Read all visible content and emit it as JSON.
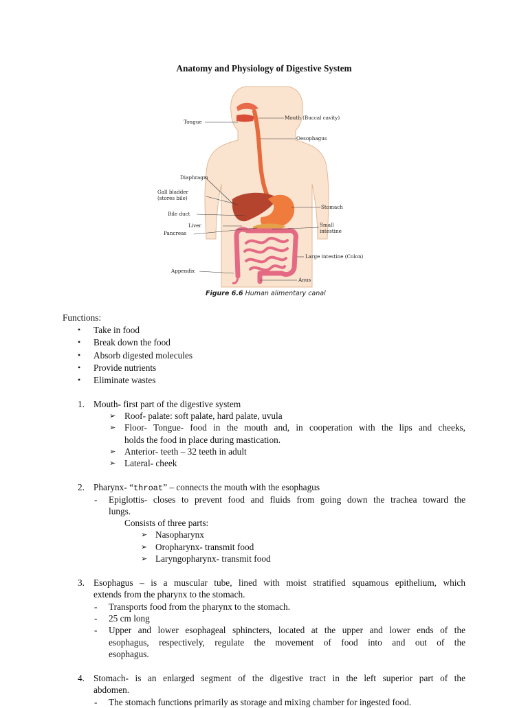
{
  "title": "Anatomy and Physiology of Digestive System",
  "figure": {
    "caption_prefix": "Figure 6.6",
    "caption_text": " Human alimentary canal",
    "labels": {
      "tongue": "Tongue",
      "mouth": "Mouth (Buccal cavity)",
      "oesophagus": "Oesophagus",
      "diaphragm": "Diaphragm",
      "gall_bladder_1": "Gall bladder",
      "gall_bladder_2": "(stores bile)",
      "stomach": "Stomach",
      "bile_duct": "Bile duct",
      "liver": "Liver",
      "small_intestine_1": "Small",
      "small_intestine_2": "intestine",
      "pancreas": "Pancreas",
      "large_intestine": "Large intestine (Colon)",
      "appendix": "Appendix",
      "anus": "Anus"
    }
  },
  "functions": {
    "heading": "Functions:",
    "items": [
      "Take in food",
      "Break down the food",
      "Absorb digested molecules",
      "Provide nutrients",
      "Eliminate wastes"
    ]
  },
  "sections": {
    "mouth": {
      "number": "1.",
      "heading": "Mouth- first part of the digestive system",
      "items": [
        "Roof- palate: soft palate, hard palate, uvula",
        "Floor- Tongue- food in the mouth and, in cooperation with the lips and cheeks,",
        "holds the food in place during mastication.",
        "Anterior- teeth – 32 teeth in adult",
        "Lateral- cheek"
      ]
    },
    "pharynx": {
      "number": "2.",
      "heading_a": "Pharynx- “",
      "heading_b": "throat",
      "heading_c": "” – connects the mouth with the esophagus",
      "dash_line1": "Epiglottis- closes to prevent food and fluids from going down the trachea toward the",
      "dash_line2": "lungs.",
      "consists": "Consists of three parts:",
      "parts": [
        "Nasopharynx",
        "Oropharynx- transmit food",
        "Laryngopharynx- transmit food"
      ]
    },
    "esophagus": {
      "number": "3.",
      "line1": "Esophagus – is a muscular tube, lined with moist stratified squamous epithelium, which",
      "line2": "extends from the pharynx to the stomach.",
      "items": [
        "Transports food from the pharynx to the stomach.",
        "25 cm long",
        "Upper and lower esophageal sphincters, located at the upper and lower ends of the",
        "esophagus, respectively, regulate the movement of food into and out of the",
        "esophagus."
      ]
    },
    "stomach": {
      "number": "4.",
      "line1": "Stomach- is an enlarged segment of the digestive tract in the left superior part of the",
      "line2": "abdomen.",
      "dash_line1": "The stomach functions primarily as storage and mixing chamber for ingested food."
    }
  },
  "glyphs": {
    "bullet": "•",
    "arrow": "➢",
    "dash": "-"
  }
}
